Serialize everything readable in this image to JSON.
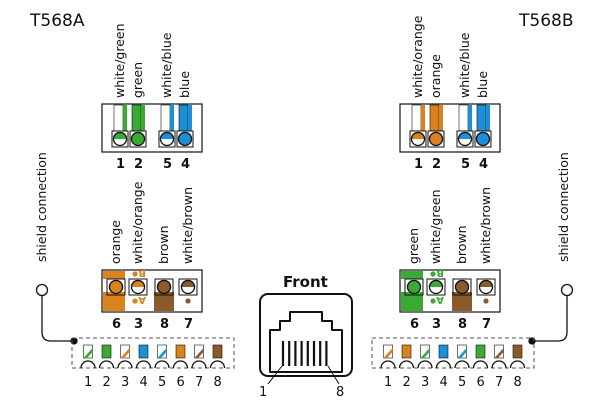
{
  "colors": {
    "green": "#3aaa35",
    "orange": "#d9821e",
    "blue": "#1c8fd6",
    "brown": "#8a5a2b",
    "white": "#ffffff",
    "line": "#111111"
  },
  "left": {
    "title": "T568A",
    "shield_label": "shield connection",
    "top_block": {
      "wires": [
        {
          "label": "white/green",
          "main": "white",
          "stripe": "green",
          "num": "1"
        },
        {
          "label": "green",
          "main": "green",
          "stripe": "green",
          "num": "2"
        },
        {
          "label": "white/blue",
          "main": "white",
          "stripe": "blue",
          "num": "5"
        },
        {
          "label": "blue",
          "main": "blue",
          "stripe": "blue",
          "num": "4"
        }
      ]
    },
    "mid_block": {
      "wires": [
        {
          "label": "orange",
          "main": "orange",
          "stripe": "orange",
          "num": "6"
        },
        {
          "label": "white/orange",
          "main": "white",
          "stripe": "orange",
          "num": "3"
        },
        {
          "label": "brown",
          "main": "brown",
          "stripe": "brown",
          "num": "8"
        },
        {
          "label": "white/brown",
          "main": "white",
          "stripe": "brown",
          "num": "7"
        }
      ],
      "marker_a": "A",
      "marker_b": "B"
    },
    "bottom_pins": [
      {
        "main": "white",
        "stripe": "green",
        "num": "1"
      },
      {
        "main": "green",
        "stripe": "green",
        "num": "2"
      },
      {
        "main": "white",
        "stripe": "orange",
        "num": "3"
      },
      {
        "main": "blue",
        "stripe": "blue",
        "num": "4"
      },
      {
        "main": "white",
        "stripe": "blue",
        "num": "5"
      },
      {
        "main": "orange",
        "stripe": "orange",
        "num": "6"
      },
      {
        "main": "white",
        "stripe": "brown",
        "num": "7"
      },
      {
        "main": "brown",
        "stripe": "brown",
        "num": "8"
      }
    ]
  },
  "right": {
    "title": "T568B",
    "shield_label": "shield connection",
    "top_block": {
      "wires": [
        {
          "label": "white/orange",
          "main": "white",
          "stripe": "orange",
          "num": "1"
        },
        {
          "label": "orange",
          "main": "orange",
          "stripe": "orange",
          "num": "2"
        },
        {
          "label": "white/blue",
          "main": "white",
          "stripe": "blue",
          "num": "5"
        },
        {
          "label": "blue",
          "main": "blue",
          "stripe": "blue",
          "num": "4"
        }
      ]
    },
    "mid_block": {
      "wires": [
        {
          "label": "green",
          "main": "green",
          "stripe": "green",
          "num": "6"
        },
        {
          "label": "white/green",
          "main": "white",
          "stripe": "green",
          "num": "3"
        },
        {
          "label": "brown",
          "main": "brown",
          "stripe": "brown",
          "num": "8"
        },
        {
          "label": "white/brown",
          "main": "white",
          "stripe": "brown",
          "num": "7"
        }
      ],
      "marker_a": "A",
      "marker_b": "B"
    },
    "bottom_pins": [
      {
        "main": "white",
        "stripe": "orange",
        "num": "1"
      },
      {
        "main": "orange",
        "stripe": "orange",
        "num": "2"
      },
      {
        "main": "white",
        "stripe": "green",
        "num": "3"
      },
      {
        "main": "blue",
        "stripe": "blue",
        "num": "4"
      },
      {
        "main": "white",
        "stripe": "blue",
        "num": "5"
      },
      {
        "main": "green",
        "stripe": "green",
        "num": "6"
      },
      {
        "main": "white",
        "stripe": "brown",
        "num": "7"
      },
      {
        "main": "brown",
        "stripe": "brown",
        "num": "8"
      }
    ]
  },
  "jack": {
    "label": "Front",
    "pin_first": "1",
    "pin_last": "8"
  }
}
